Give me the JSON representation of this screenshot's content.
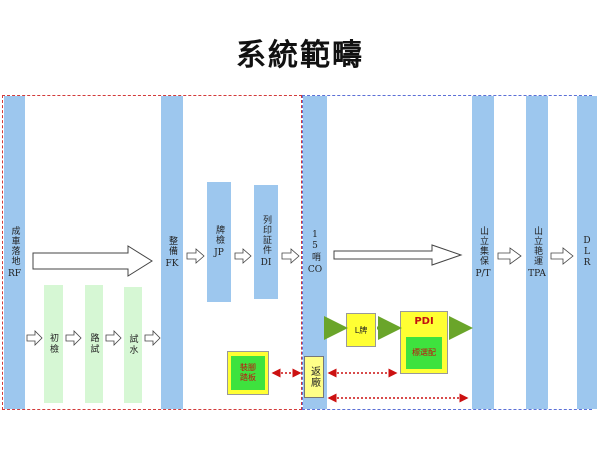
{
  "title": "系統範疇",
  "stages": {
    "rf": {
      "text": "成車落地",
      "code": "RF"
    },
    "fk": {
      "text": "整備",
      "code": "FK"
    },
    "jp": {
      "text": "牌檢",
      "code": "JP"
    },
    "di": {
      "text": "列印証件",
      "code": "DI"
    },
    "co": {
      "text": "15哨",
      "code": "CO"
    },
    "pt": {
      "text": "山立集保",
      "code": "P/T"
    },
    "tpa": {
      "text": "山立艳運",
      "code": "TPA"
    },
    "dlr": {
      "text": "DLR",
      "code": ""
    }
  },
  "checks": {
    "first": "初檢",
    "road": "路試",
    "water": "試水"
  },
  "boxes": {
    "l_label": "L牌",
    "pdi_label": "PDI",
    "pdi_inner": "標選配",
    "repair": "裝腳踏板",
    "return": "返廠"
  },
  "colors": {
    "stage": "#9dc7ee",
    "check": "#d6f7d4",
    "yellow": "#ffff33",
    "green_inner": "#3ee23e",
    "red_text": "#c21010",
    "dashed_red": "#d23a3a",
    "dashed_blue": "#5a6fd6"
  }
}
